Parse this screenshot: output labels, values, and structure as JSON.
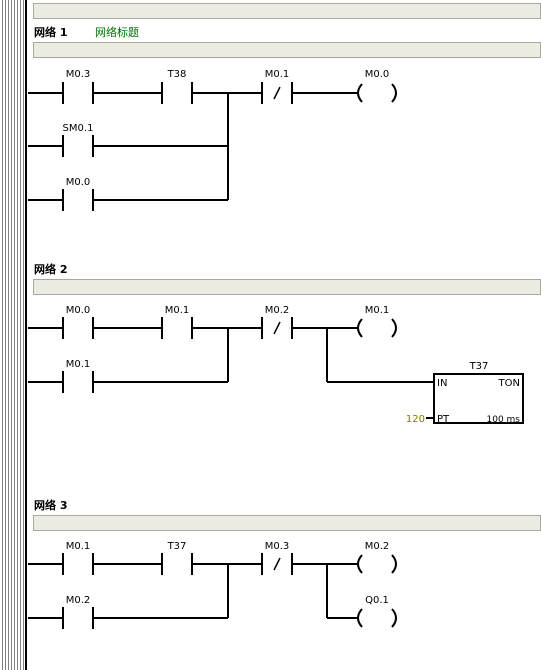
{
  "networks": [
    {
      "label": "网络 1",
      "title": "网络标题",
      "contacts": [
        {
          "name": "M0.3",
          "type": "NO"
        },
        {
          "name": "T38",
          "type": "NO"
        },
        {
          "name": "SM0.1",
          "type": "NO"
        },
        {
          "name": "M0.0",
          "type": "NO"
        },
        {
          "name": "M0.1",
          "type": "NC"
        }
      ],
      "coils": [
        {
          "name": "M0.0"
        }
      ]
    },
    {
      "label": "网络 2",
      "title": "",
      "contacts": [
        {
          "name": "M0.0",
          "type": "NO"
        },
        {
          "name": "M0.1",
          "type": "NO"
        },
        {
          "name": "M0.1",
          "type": "NO"
        },
        {
          "name": "M0.2",
          "type": "NC"
        }
      ],
      "coils": [
        {
          "name": "M0.1"
        }
      ],
      "timer": {
        "name": "T37",
        "in_pin": "IN",
        "type_label": "TON",
        "pt_pin": "PT",
        "pt_value": "120",
        "base": "100 ms"
      }
    },
    {
      "label": "网络 3",
      "title": "",
      "contacts": [
        {
          "name": "M0.1",
          "type": "NO"
        },
        {
          "name": "T37",
          "type": "NO"
        },
        {
          "name": "M0.2",
          "type": "NO"
        },
        {
          "name": "M0.3",
          "type": "NC"
        }
      ],
      "coils": [
        {
          "name": "M0.2"
        },
        {
          "name": "Q0.1"
        }
      ]
    }
  ],
  "colors": {
    "wire": "#000000",
    "title_green": "#007000",
    "pt_value": "#808000",
    "comment_bar": "#ecebe1"
  }
}
